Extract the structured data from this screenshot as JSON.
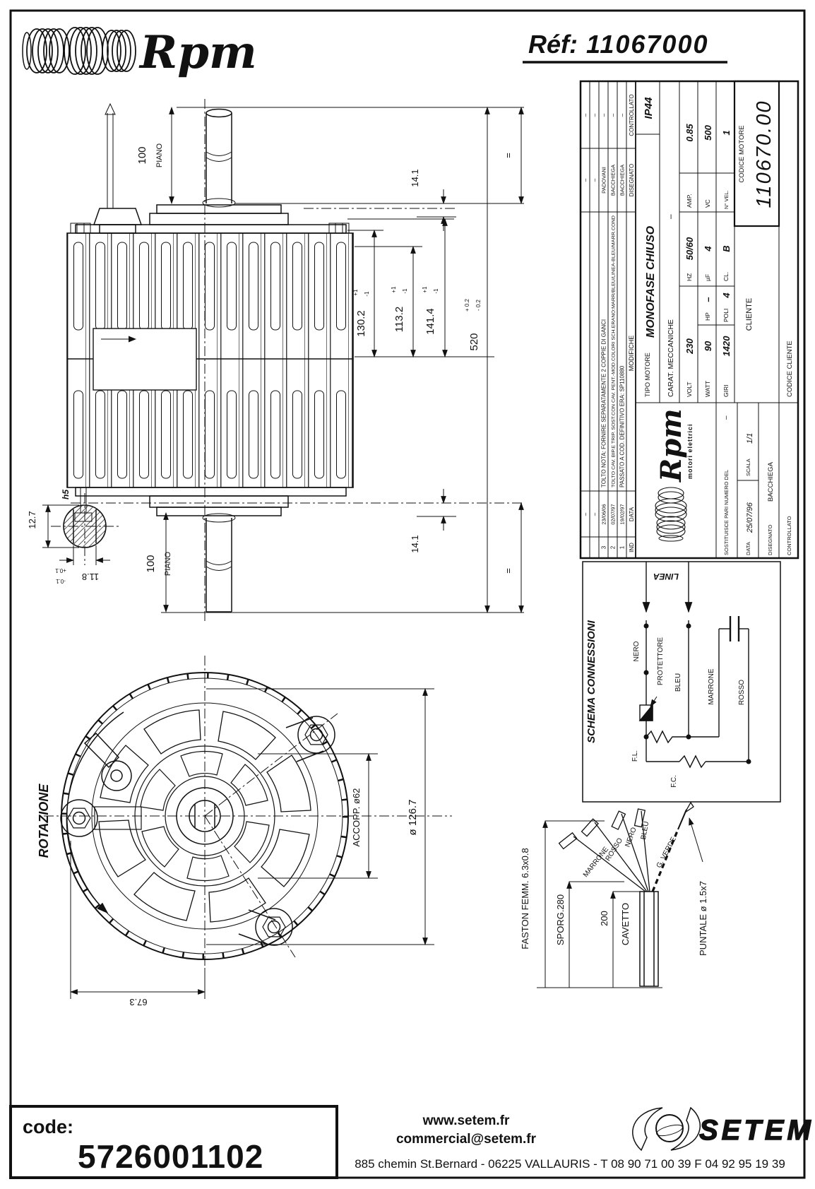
{
  "header": {
    "ref_label": "Réf:",
    "ref_number": "11067000",
    "brand": "Rpm"
  },
  "side_view": {
    "d100_top": "100",
    "piano_top": "PIANO",
    "d100_bottom": "100",
    "piano_bottom": "PIANO",
    "d141_top": "14.1",
    "eq_top": "=",
    "d141_bottom": "14.1",
    "eq_bottom": "=",
    "d1302": "130.2",
    "d1132": "113.2",
    "d1414": "141.4",
    "d520": "520",
    "tol_p1": "+1",
    "tol_m1": "-1",
    "tol_p02": "+ 0.2",
    "tol_m02": "- 0.2"
  },
  "shaft_detail": {
    "d127": "12.7",
    "d118": "11.8",
    "tol_p01": "+0.1",
    "tol_m01": "-0.1",
    "h5": "h5"
  },
  "front_view": {
    "rotation": "ROTAZIONE",
    "accopp": "ACCOPP. ø62",
    "diameter": "ø 126.7",
    "d673": "67.3"
  },
  "title_block": {
    "revisions": {
      "rows": [
        {
          "ind": "",
          "date": "–",
          "mod": "",
          "dis": "–",
          "con": "–"
        },
        {
          "ind": "",
          "date": "–",
          "mod": "",
          "dis": "–",
          "con": "–"
        },
        {
          "ind": "3",
          "date": "23/06/06",
          "mod": "TOLTO NOTA: FORNIRE SEPARATAMENTE 2 COPPIE DI GANCI",
          "dis": "PADOVANI",
          "con": "–"
        },
        {
          "ind": "2",
          "date": "02/07/97",
          "mod": "TOLTO CAV. BIP.E TRIP. SOST.CON CAV. PENT.-MOD.COLORI SCH.ERANO:MARR/BLEU/LINEA-BLEU/MARR.COND",
          "dis": "BACCHIEGA",
          "con": "–"
        },
        {
          "ind": "1",
          "date": "19/02/97",
          "mod": "PASSATO A COD. DEFINITIVO ERA: SP110880",
          "dis": "BACCHIEGA",
          "con": "–"
        }
      ],
      "headers": {
        "ind": "IND",
        "date": "DATA",
        "mod": "MODIFICHE",
        "dis": "DISEGNATO",
        "con": "CONTROLLATO"
      }
    },
    "tipo_label": "TIPO MOTORE",
    "tipo_value": "MONOFASE CHIUSO",
    "ip": "IP44",
    "carat_label": "CARAT. MECCANICHE",
    "carat_value": "–",
    "volt_l": "VOLT",
    "volt_v": "230",
    "hz_l": "HZ",
    "hz_v": "50/60",
    "amp_l": "AMP.",
    "amp_v": "0.85",
    "watt_l": "WATT",
    "watt_v": "90",
    "hp_l": "HP",
    "hp_v": "–",
    "uf_l": "µF",
    "uf_v": "4",
    "vc_l": "VC",
    "vc_v": "500",
    "giri_l": "GIRI",
    "giri_v": "1420",
    "poli_l": "POLI",
    "poli_v": "4",
    "cl_l": "CL.",
    "cl_v": "B",
    "nvel_l": "N° VEL.",
    "nvel_v": "1",
    "cliente_l": "CLIENTE",
    "codmot_l": "CODICE MOTORE",
    "codmot_v": "110670.00",
    "codcli_l": "CODICE CLIENTE",
    "logo_name": "Rpm",
    "logo_sub": "motori elettrici",
    "sost_l": "SOSTITUISCE PARI NUMERO DEL",
    "sost_v": "–",
    "data_l": "DATA",
    "data_v": "25/07/96",
    "scala_l": "SCALA",
    "scala_v": "1/1",
    "dis_l": "DISEGNATO",
    "dis_v": "BACCHIEGA",
    "con_l": "CONTROLLATO"
  },
  "schema": {
    "title": "SCHEMA CONNESSIONI",
    "linea": "LINEA",
    "nero": "NERO",
    "protettore": "PROTETTORE",
    "bleu": "BLEU",
    "marrone": "MARRONE",
    "rosso": "ROSSO",
    "fl": "F.L.",
    "fc": "F.C."
  },
  "cable": {
    "faston": "FASTON FEMM. 6.3x0.8",
    "sporg": "SPORG.280",
    "d200": "200",
    "cavetto": "CAVETTO",
    "marrone": "MARRONE",
    "rosso": "ROSSO",
    "nero": "NERO",
    "bleu": "BLEU",
    "verde": "G. VERDE",
    "puntale": "PUNTALE  ø 1.5x7"
  },
  "footer": {
    "code_label": "code:",
    "code_value": "5726001102",
    "website": "www.setem.fr",
    "email": "commercial@setem.fr",
    "address": "885 chemin St.Bernard  -  06225 VALLAURIS  -  T 08 90 71 00 39   F 04 92 95 19 39",
    "logo_text": "SETEM"
  }
}
